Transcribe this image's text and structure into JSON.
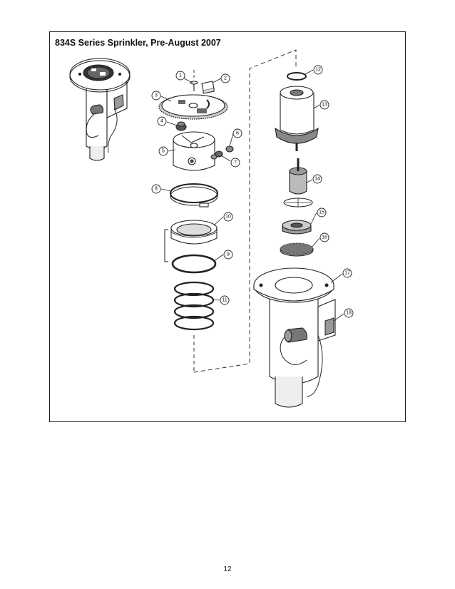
{
  "title": "834S Series Sprinkler, Pre-August 2007",
  "page_number": "12",
  "callouts": [
    "1",
    "2",
    "3",
    "4",
    "5",
    "6",
    "7",
    "8",
    "9",
    "10",
    "11",
    "12",
    "13",
    "14",
    "15",
    "16",
    "17",
    "18"
  ],
  "colors": {
    "line": "#222222",
    "fill": "#ffffff",
    "shade": "#bdbdbd",
    "dark": "#555555"
  }
}
